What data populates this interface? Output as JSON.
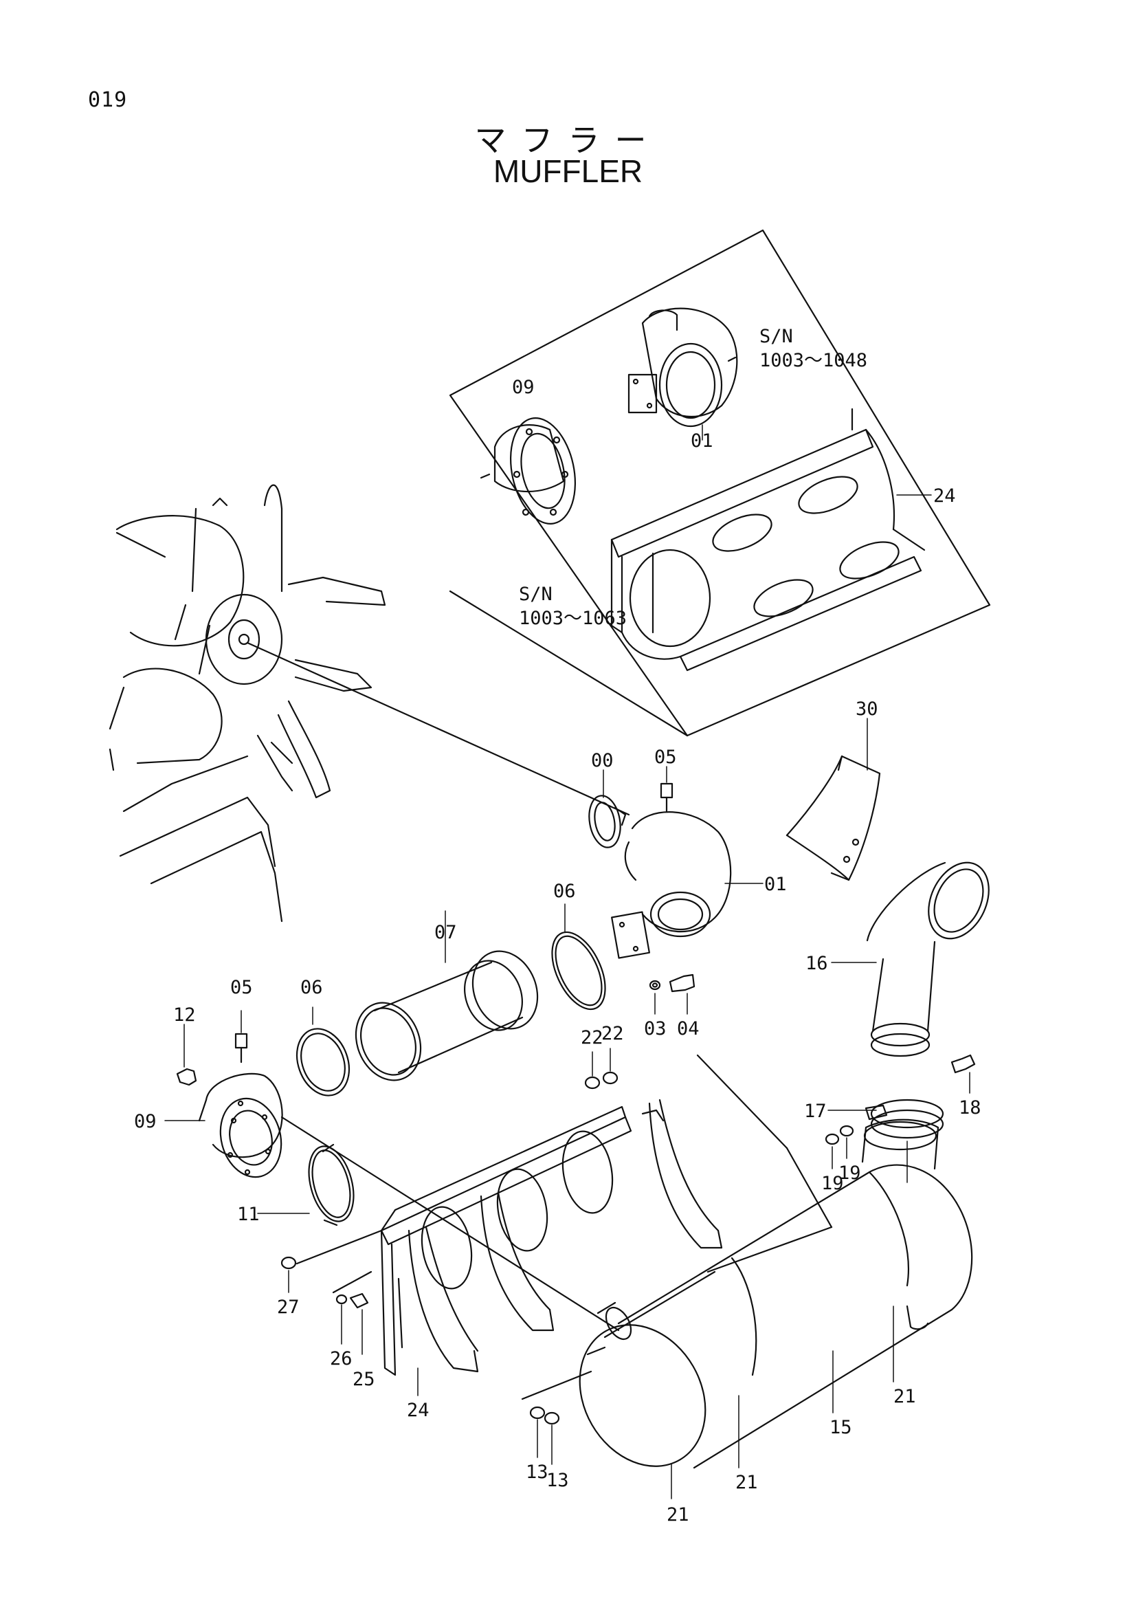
{
  "page_number": "019",
  "title_ja": "マフラー",
  "title_en": "MUFFLER",
  "serial_notes": [
    {
      "id": "sn-1048",
      "line1": "S/N",
      "line2": "1003～1048"
    },
    {
      "id": "sn-1063",
      "line1": "S/N",
      "line2": "1003～1063"
    }
  ],
  "callouts": [
    {
      "id": "09-inset",
      "text": "09"
    },
    {
      "id": "01-inset",
      "text": "01"
    },
    {
      "id": "24-inset",
      "text": "24"
    },
    {
      "id": "30",
      "text": "30"
    },
    {
      "id": "00",
      "text": "00"
    },
    {
      "id": "05-top",
      "text": "05"
    },
    {
      "id": "01",
      "text": "01"
    },
    {
      "id": "06-right",
      "text": "06"
    },
    {
      "id": "07",
      "text": "07"
    },
    {
      "id": "03",
      "text": "03"
    },
    {
      "id": "04",
      "text": "04"
    },
    {
      "id": "16",
      "text": "16"
    },
    {
      "id": "05-left",
      "text": "05"
    },
    {
      "id": "06-left",
      "text": "06"
    },
    {
      "id": "12",
      "text": "12"
    },
    {
      "id": "22-a",
      "text": "22"
    },
    {
      "id": "22-b",
      "text": "22"
    },
    {
      "id": "18",
      "text": "18"
    },
    {
      "id": "17",
      "text": "17"
    },
    {
      "id": "09",
      "text": "09"
    },
    {
      "id": "19-a",
      "text": "19"
    },
    {
      "id": "19-b",
      "text": "19"
    },
    {
      "id": "11",
      "text": "11"
    },
    {
      "id": "27",
      "text": "27"
    },
    {
      "id": "26",
      "text": "26"
    },
    {
      "id": "25",
      "text": "25"
    },
    {
      "id": "24",
      "text": "24"
    },
    {
      "id": "21-right",
      "text": "21"
    },
    {
      "id": "15",
      "text": "15"
    },
    {
      "id": "13-a",
      "text": "13"
    },
    {
      "id": "13-b",
      "text": "13"
    },
    {
      "id": "21-mid",
      "text": "21"
    },
    {
      "id": "21-bottom",
      "text": "21"
    }
  ]
}
